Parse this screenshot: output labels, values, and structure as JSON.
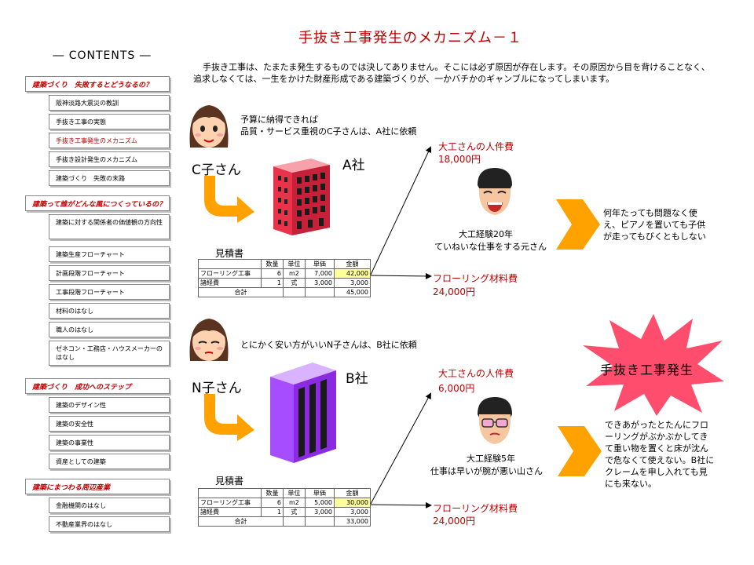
{
  "sidebar": {
    "title": "― CONTENTS ―",
    "sections": [
      {
        "label": "建築づくり　失敗するとどうなるの？",
        "items": [
          "阪神淡路大震災の教訓",
          "手抜き工事の実態",
          "手抜き工事発生のメカニズム",
          "手抜き設計発生のメカニズム",
          "建築づくり　失敗の末路"
        ]
      },
      {
        "label": "建築って誰がどんな風につくっているの？",
        "items": [
          "建築に対する関係者の価値観の方向性",
          "建築生産フローチャート",
          "計画段階フローチャート",
          "工事段階フローチャート",
          "材料のはなし",
          "職人のはなし",
          "ゼネコン・工務店・ハウスメーカーのはなし"
        ]
      },
      {
        "label": "建築づくり　成功へのステップ",
        "items": [
          "建築のデザイン性",
          "建築の安全性",
          "建築の事業性",
          "資産としての建築"
        ]
      },
      {
        "label": "建築にまつわる周辺産業",
        "items": [
          "金融機関のはなし",
          "不動産業界のはなし"
        ]
      }
    ]
  },
  "main": {
    "title": "手抜き工事発生のメカニズム－１",
    "intro": "手抜き工事は、たまたま発生するものでは決してありません。そこには必ず原因が存在します。その原因から目を背けることなく、追求しなくては、一生をかけた財産形成である建築づくりが、一かバチかのギャンブルになってしまいます。",
    "case_a": {
      "client_line1": "予算に納得できれば",
      "client_line2": "品質・サービス重視のC子さんは、A社に依頼",
      "client_name": "C子さん",
      "company": "A社",
      "estimate_label": "見積書",
      "table": {
        "header": [
          "",
          "数量",
          "単位",
          "単価",
          "金額"
        ],
        "rows": [
          [
            "フローリング工事",
            "6",
            "m2",
            "7,000",
            "42,000"
          ],
          [
            "諸経費",
            "1",
            "式",
            "3,000",
            "3,000"
          ]
        ],
        "total_label": "合計",
        "total": "45,000"
      },
      "labor_label": "大工さんの人件費",
      "labor_cost": "18,000円",
      "carpenter_line1": "大工経験20年",
      "carpenter_line2": "ていねいな仕事をする元さん",
      "material_label": "フローリング材料費",
      "material_cost": "24,000円",
      "result": "何年たっても問題なく使え、ピアノを置いても子供が走ってもびくともしない"
    },
    "case_b": {
      "client_line": "とにかく安い方がいいN子さんは、B社に依頼",
      "client_name": "N子さん",
      "company": "B社",
      "estimate_label": "見積書",
      "table": {
        "header": [
          "",
          "数量",
          "単位",
          "単価",
          "金額"
        ],
        "rows": [
          [
            "フローリング工事",
            "6",
            "m2",
            "5,000",
            "30,000"
          ],
          [
            "諸経費",
            "1",
            "式",
            "3,000",
            "3,000"
          ]
        ],
        "total_label": "合計",
        "total": "33,000"
      },
      "labor_label": "大工さんの人件費",
      "labor_cost": "6,000円",
      "carpenter_line1": "大工経験5年",
      "carpenter_line2": "仕事は早いが腕が悪い山さん",
      "material_label": "フローリング材料費",
      "material_cost": "24,000円",
      "burst": "手抜き工事発生",
      "result": "できあがったとたんにフローリングがぶかぶかしてきて重い物を置くと床が沈んで危なくて使えない。B社にクレームを申し入れても見にも来ない。"
    }
  },
  "colors": {
    "accent_red": "#c00000",
    "orange": "#ff9900",
    "building_a": "#e8334a",
    "building_b": "#a64dff",
    "highlight": "#ffff99"
  }
}
